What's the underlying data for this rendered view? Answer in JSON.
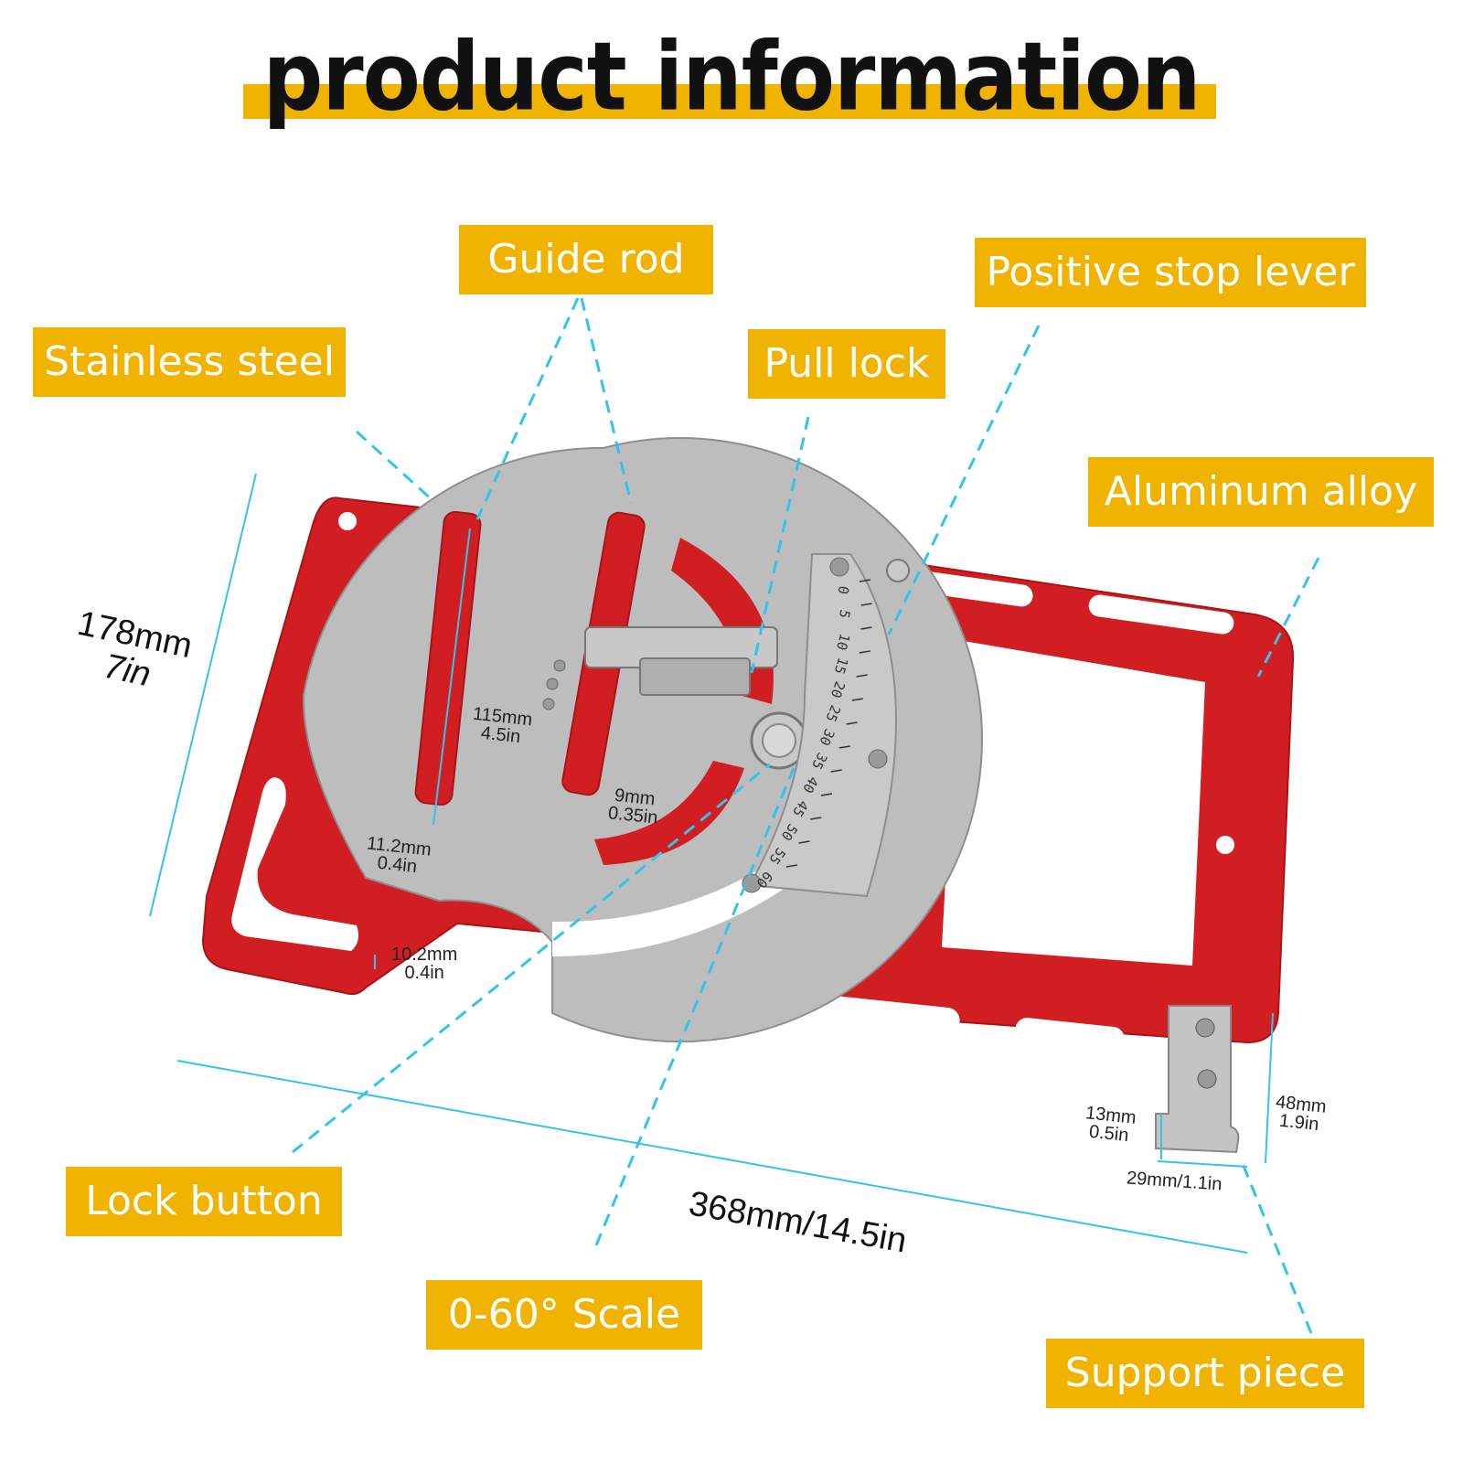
{
  "title": "product information",
  "colors": {
    "label_bg": "#F0B400",
    "label_text": "#FFFFFF",
    "frame_red": "#D01E22",
    "steel": "#BDBDBD",
    "guide_line": "#34C3EC"
  },
  "labels": {
    "guide_rod": "Guide rod",
    "positive_stop_lever": "Positive stop lever",
    "stainless_steel": "Stainless steel",
    "pull_lock": "Pull lock",
    "aluminum_alloy": "Aluminum alloy",
    "lock_button": "Lock button",
    "scale": "0-60°  Scale",
    "support_piece": "Support piece"
  },
  "dimensions": {
    "height": [
      "178mm",
      "7in"
    ],
    "length": "368mm/14.5in",
    "guide_rod_length": [
      "115mm",
      "4.5in"
    ],
    "rod_width_1": [
      "11.2mm",
      "0.4in"
    ],
    "rod_width_2": [
      "9mm",
      "0.35in"
    ],
    "hook_gap": [
      "10.2mm",
      "0.4in"
    ],
    "support_height": [
      "48mm",
      "1.9in"
    ],
    "support_tab": [
      "13mm",
      "0.5in"
    ],
    "support_width": "29mm/1.1in"
  },
  "scale_ticks": [
    "0",
    "5",
    "10",
    "15",
    "20",
    "25",
    "30",
    "35",
    "40",
    "45",
    "50",
    "55",
    "60"
  ]
}
